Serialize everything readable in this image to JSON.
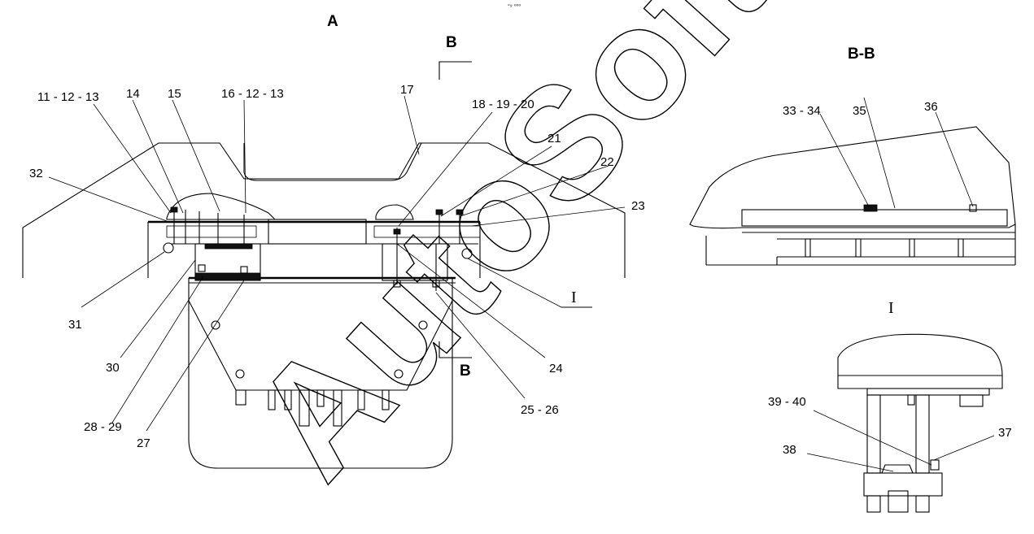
{
  "views": {
    "view_a": "A",
    "section_mark_top": "B",
    "section_mark_bottom": "B",
    "section_title": "B-B",
    "detail_title": "I",
    "detail_callout": "I"
  },
  "watermark": "AutoSoft",
  "top_mark": "°⁹ ⁰⁰⁰",
  "callouts": [
    "11 - 12 - 13",
    "14",
    "15",
    "16  - 12 - 13",
    "17",
    "18  - 19 - 20",
    "21",
    "22",
    "23",
    "32",
    "31",
    "30",
    "28  - 29",
    "27",
    "24",
    "25 - 26",
    "33 - 34",
    "35",
    "36",
    "39  - 40",
    "38",
    "37"
  ]
}
